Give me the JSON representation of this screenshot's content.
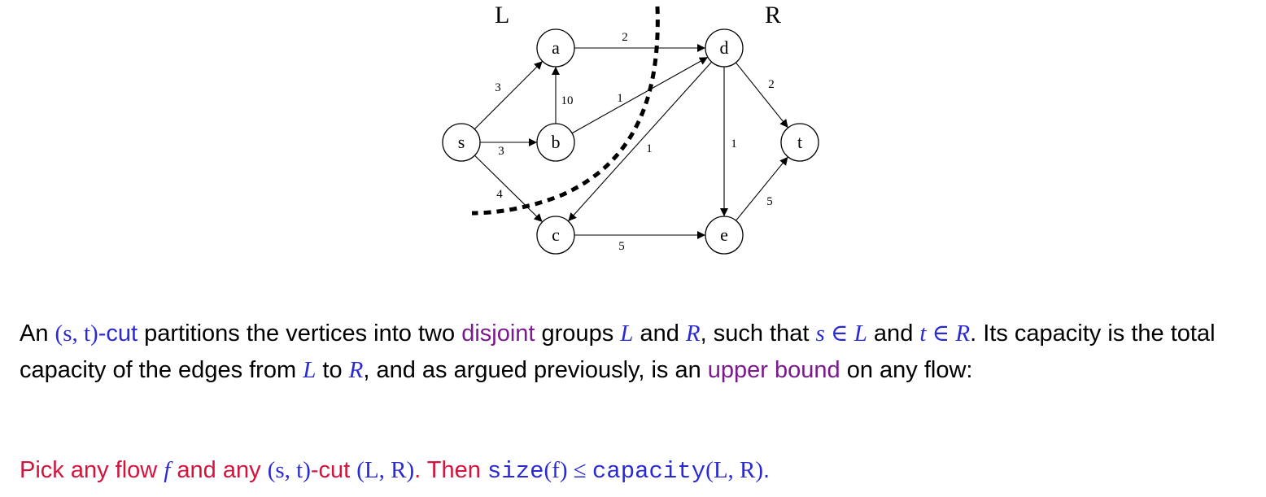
{
  "graph": {
    "side_left": "L",
    "side_right": "R",
    "nodes": [
      {
        "id": "s",
        "label": "s"
      },
      {
        "id": "a",
        "label": "a"
      },
      {
        "id": "b",
        "label": "b"
      },
      {
        "id": "c",
        "label": "c"
      },
      {
        "id": "d",
        "label": "d"
      },
      {
        "id": "e",
        "label": "e"
      },
      {
        "id": "t",
        "label": "t"
      }
    ],
    "edges": [
      {
        "from": "s",
        "to": "a",
        "capacity": "3"
      },
      {
        "from": "s",
        "to": "b",
        "capacity": "3"
      },
      {
        "from": "s",
        "to": "c",
        "capacity": "4"
      },
      {
        "from": "b",
        "to": "a",
        "capacity": "10"
      },
      {
        "from": "a",
        "to": "d",
        "capacity": "2"
      },
      {
        "from": "b",
        "to": "d",
        "capacity": "1"
      },
      {
        "from": "d",
        "to": "c",
        "capacity": "1"
      },
      {
        "from": "d",
        "to": "e",
        "capacity": "1"
      },
      {
        "from": "d",
        "to": "t",
        "capacity": "2"
      },
      {
        "from": "c",
        "to": "e",
        "capacity": "5"
      },
      {
        "from": "e",
        "to": "t",
        "capacity": "5"
      }
    ]
  },
  "text": {
    "p1_an": "An ",
    "p1_st": "(s, t)",
    "p1_cut": "-cut",
    "p1_a": " partitions the vertices into two ",
    "p1_disjoint": "disjoint",
    "p1_b": " groups ",
    "p1_L1": "L",
    "p1_and1": " and ",
    "p1_R1": "R",
    "p1_c": ", such that ",
    "p1_sinL": "s ∈ L",
    "p1_and2": " and ",
    "p1_tinR": "t ∈ R",
    "p1_d": ". Its capacity is the total capacity of the edges from ",
    "p1_L2": "L",
    "p1_to": " to ",
    "p1_R2": "R",
    "p1_e": ", and as argued previously, is an ",
    "p1_upper": "upper bound",
    "p1_f": " on any flow:",
    "p2_pick": "Pick any flow ",
    "p2_f": "f",
    "p2_andany": " and any ",
    "p2_st": "(s, t)",
    "p2_cut": "-cut ",
    "p2_LR": "(L, R)",
    "p2_then": ". Then ",
    "p2_size": "size",
    "p2_sizearg": "(f)",
    "p2_le": " ≤ ",
    "p2_capacity": "capacity",
    "p2_caparg": "(L, R)",
    "p2_end": "."
  }
}
